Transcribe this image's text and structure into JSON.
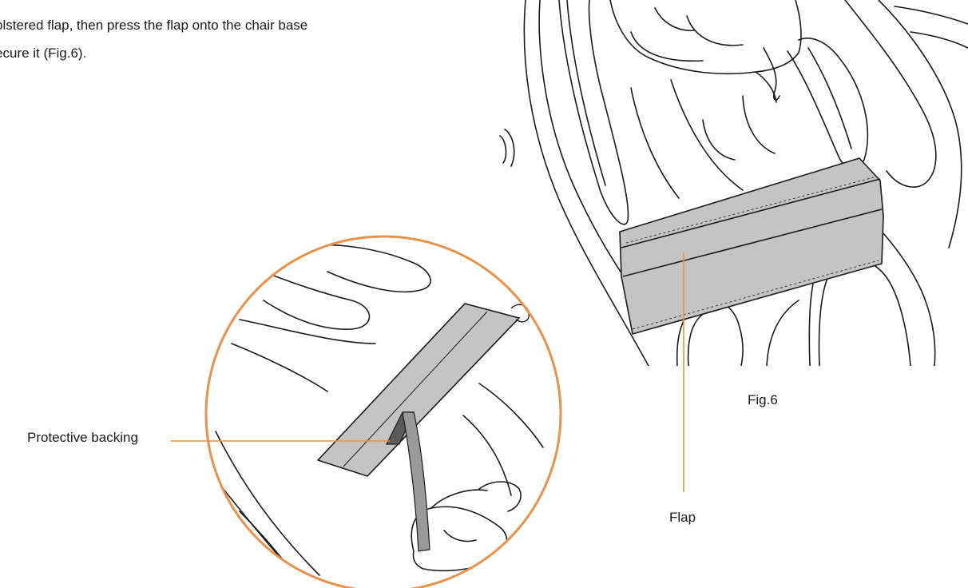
{
  "instruction": {
    "line1": "olstered flap, then press the flap onto the chair base",
    "line2": "ecure it (Fig.6)."
  },
  "labels": {
    "protective_backing": "Protective backing",
    "flap": "Flap",
    "figure": "Fig.6"
  },
  "colors": {
    "accent_orange": "#E8914A",
    "flap_gray": "#C4C4C4",
    "backing_dark": "#5A5A5A",
    "line_art": "#1a1a1a"
  }
}
